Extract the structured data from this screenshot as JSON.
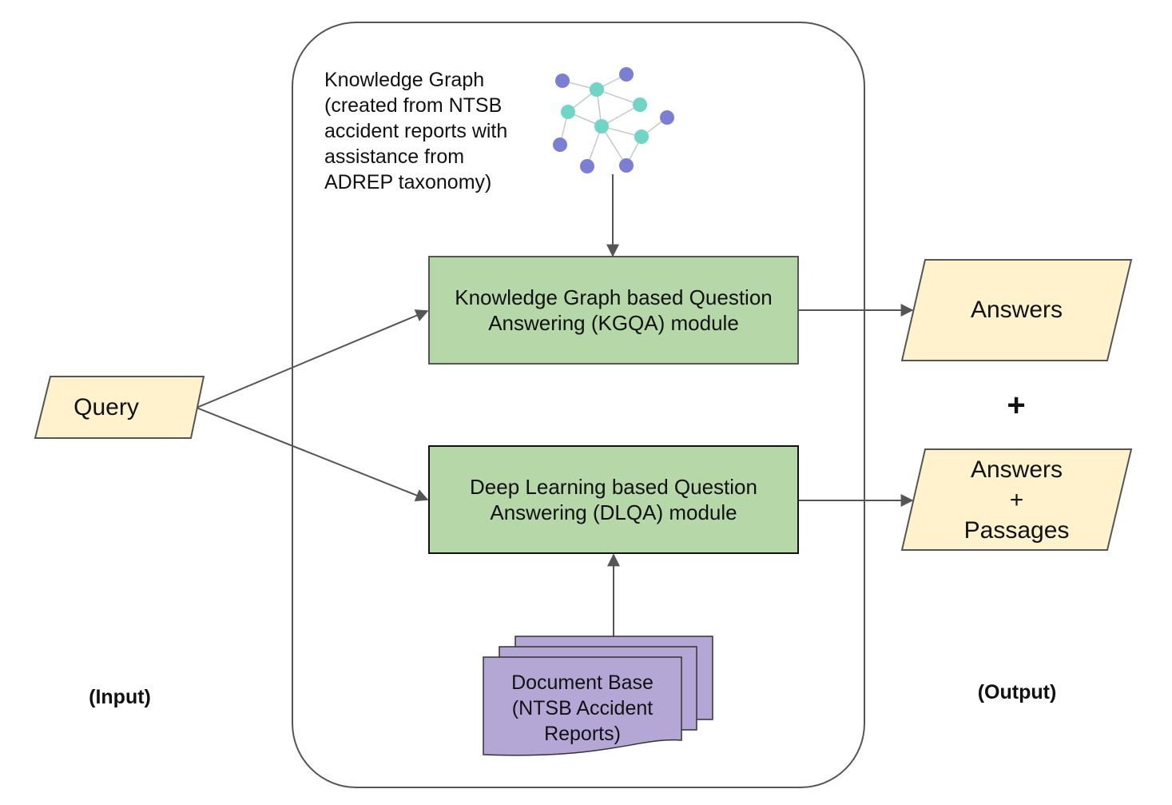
{
  "knowledge_graph": {
    "caption_lines": [
      "Knowledge Graph",
      "(created from NTSB",
      "accident reports with",
      "assistance from",
      "ADREP taxonomy)"
    ]
  },
  "modules": {
    "kgqa": {
      "line1": "Knowledge Graph based Question",
      "line2": "Answering (KGQA) module"
    },
    "dlqa": {
      "line1": "Deep Learning based Question",
      "line2": "Answering (DLQA) module"
    }
  },
  "input": {
    "query": "Query",
    "label": "(Input)"
  },
  "output": {
    "answers": "Answers",
    "plus": "+",
    "combined": {
      "line1": "Answers",
      "line2": "+",
      "line3": "Passages"
    },
    "label": "(Output)"
  },
  "document_base": {
    "line1": "Document Base",
    "line2": "(NTSB Accident",
    "line3": "Reports)"
  },
  "colors": {
    "module_fill": "#b6d7a8",
    "io_fill": "#fff2cc",
    "doc_fill": "#b4a7d6",
    "node_purple": "#7b7fd3",
    "node_teal": "#6fd5c4",
    "stroke": "#555555"
  }
}
